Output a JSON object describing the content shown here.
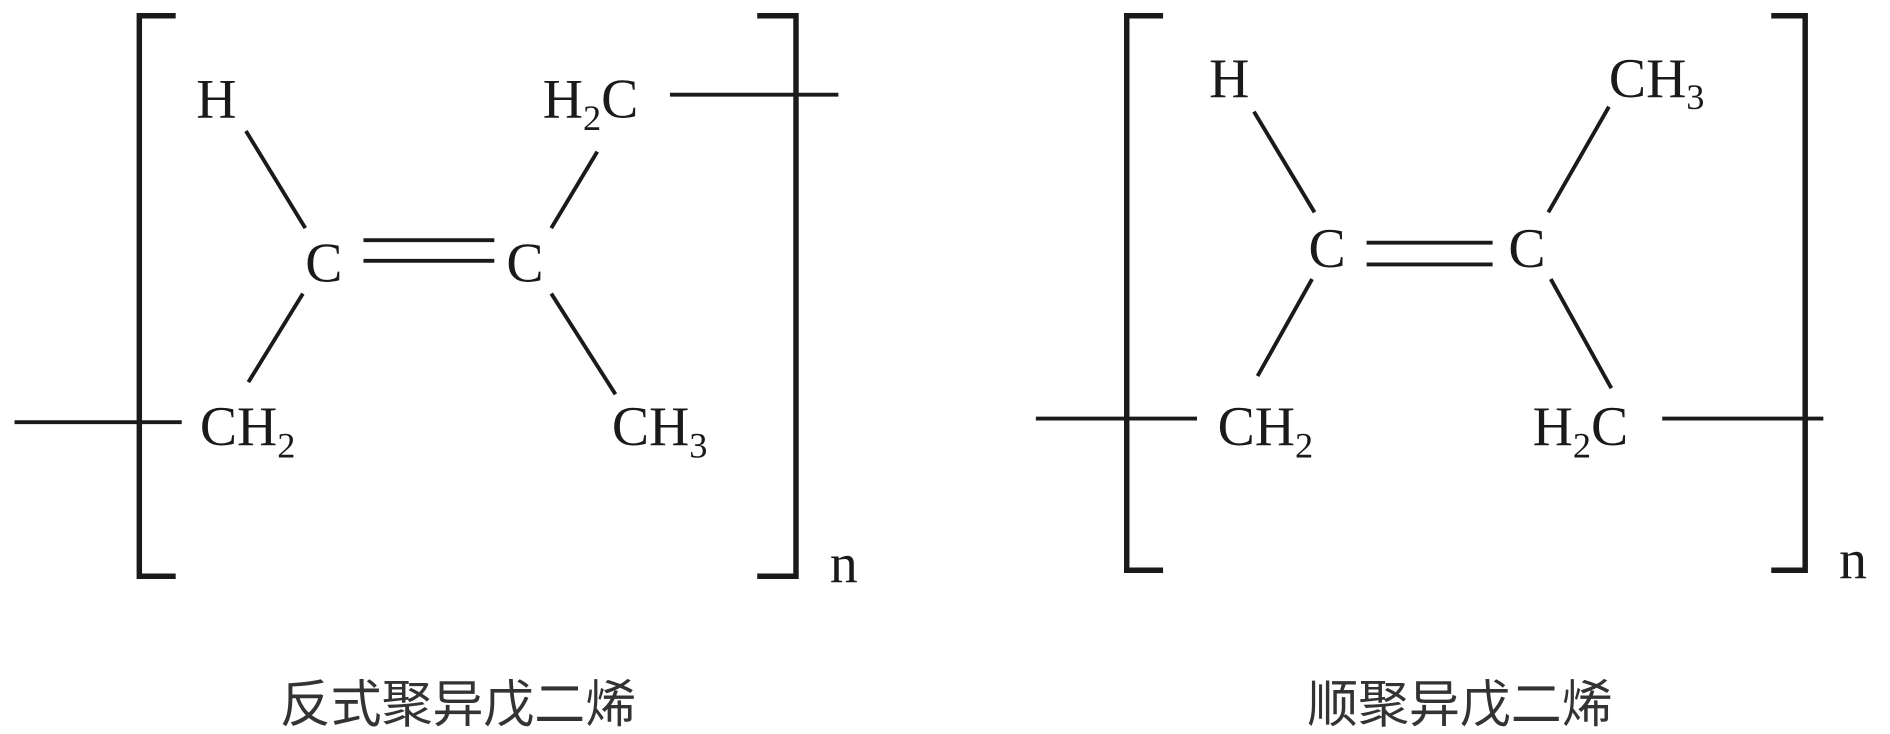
{
  "structures": [
    {
      "caption": "反式聚异戊二烯",
      "atoms": {
        "h": "H",
        "h2c_main": "H",
        "h2c_sub": "2",
        "h2c_c": "C",
        "c1": "C",
        "c2": "C",
        "ch2_main": "CH",
        "ch2_sub": "2",
        "ch3_main": "CH",
        "ch3_sub": "3"
      },
      "repeat": "n"
    },
    {
      "caption": "顺聚异戊二烯",
      "atoms": {
        "h": "H",
        "ch3_main": "CH",
        "ch3_sub": "3",
        "c1": "C",
        "c2": "C",
        "ch2_main": "CH",
        "ch2_sub": "2",
        "h2c_main": "H",
        "h2c_sub": "2",
        "h2c_c": "C"
      },
      "repeat": "n"
    }
  ]
}
